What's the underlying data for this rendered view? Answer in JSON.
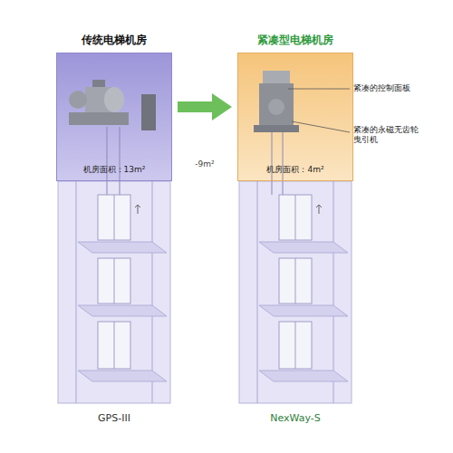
{
  "diagram": {
    "nodes": [
      {
        "text": [
          "传统电梯机房",
          "机房面积：13m²"
        ]
      },
      {
        "text": [
          "紧凑型电梯机房",
          "机房面积：4m²"
        ]
      }
    ],
    "edges": [
      {
        "from": 0,
        "to": 1,
        "arrow": "to",
        "label": "-9m²"
      }
    ],
    "labels": [
      "紧凑的控制面板",
      "紧凑的永磁无齿轮曳引机",
      "GPS-III",
      "NexWay-S"
    ]
  }
}
